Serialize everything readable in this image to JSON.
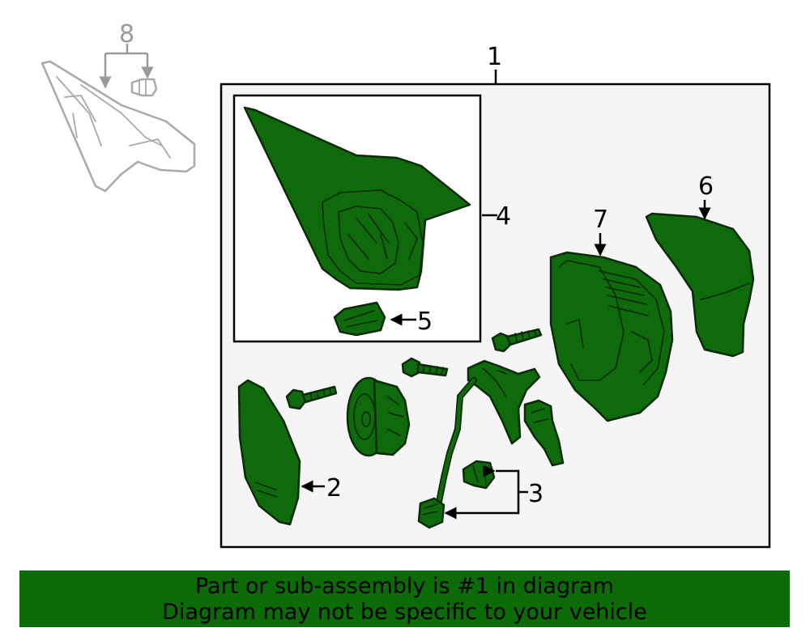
{
  "callouts": {
    "c1": "1",
    "c2": "2",
    "c3": "3",
    "c4": "4",
    "c5": "5",
    "c6": "6",
    "c7": "7",
    "c8": "8"
  },
  "banner": {
    "line1": "Part or sub-assembly is #1 in diagram",
    "line2": "Diagram may not be specific to your vehicle"
  },
  "colors": {
    "part_fill": "#0f6a0b",
    "banner_bg": "#0d6b07",
    "assembly_box_bg": "#f5f5f5",
    "reference_gray": "#a9a9a9"
  }
}
